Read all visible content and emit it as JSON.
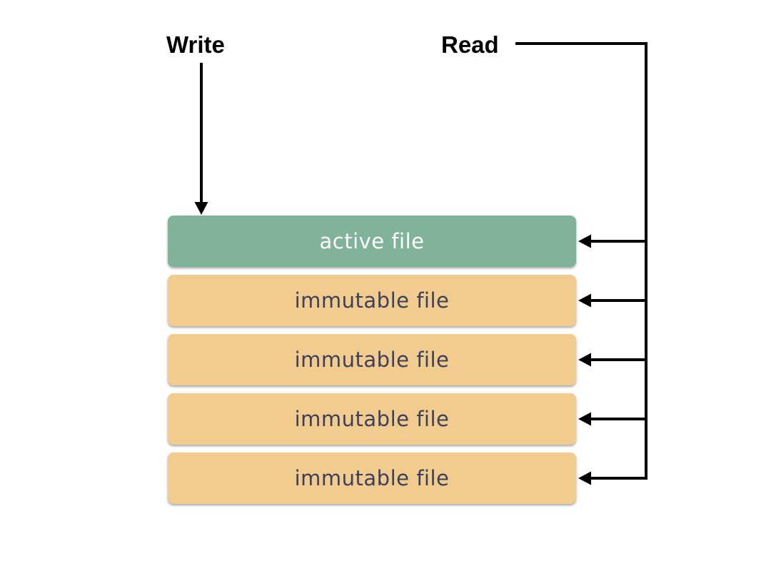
{
  "diagram": {
    "labels": {
      "write": "Write",
      "read": "Read"
    },
    "boxes": [
      {
        "label": "active file",
        "type": "active"
      },
      {
        "label": "immutable file",
        "type": "immutable"
      },
      {
        "label": "immutable file",
        "type": "immutable"
      },
      {
        "label": "immutable file",
        "type": "immutable"
      },
      {
        "label": "immutable file",
        "type": "immutable"
      }
    ],
    "icons": [
      "arrow-down-icon",
      "arrow-left-icon"
    ],
    "colors": {
      "active_box": "#81b29a",
      "active_text": "#ffffff",
      "immutable_box": "#f2cc8f",
      "immutable_text": "#3d405b",
      "line": "#000000",
      "background": "#ffffff"
    }
  }
}
